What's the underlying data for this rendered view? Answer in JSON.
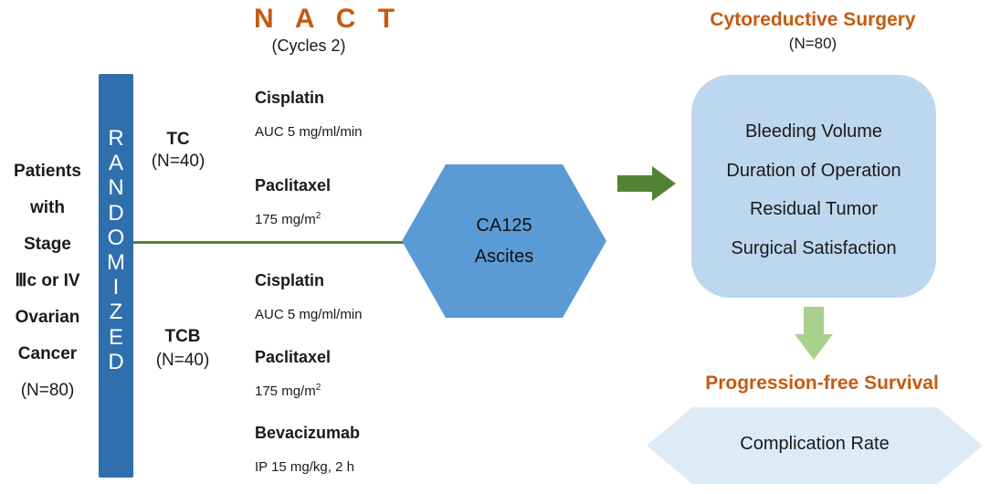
{
  "patients": {
    "lines": [
      "Patients",
      "with",
      "Stage",
      "Ⅲc or IV",
      "Ovarian",
      "Cancer"
    ],
    "n": "(N=80)"
  },
  "randomized": {
    "letters": [
      "R",
      "A",
      "N",
      "D",
      "O",
      "M",
      "I",
      "Z",
      "E",
      "D"
    ]
  },
  "nact": {
    "title": "N A C T",
    "subtitle": "(Cycles 2)"
  },
  "arms": {
    "tc": {
      "label": "TC",
      "n": "(N=40)",
      "drugs": [
        {
          "name": "Cisplatin",
          "dose": "AUC  5 mg/ml/min"
        },
        {
          "name": "Paclitaxel",
          "dose": "175 mg/m",
          "sup": "2"
        }
      ]
    },
    "tcb": {
      "label": "TCB",
      "n": "(N=40)",
      "drugs": [
        {
          "name": "Cisplatin",
          "dose": "AUC  5 mg/ml/min"
        },
        {
          "name": "Paclitaxel",
          "dose": "175 mg/m",
          "sup": "2"
        },
        {
          "name": "Bevacizumab",
          "dose": "IP 15 mg/kg,  2 h"
        }
      ]
    }
  },
  "markers": {
    "lines": [
      "CA125",
      "Ascites"
    ]
  },
  "surgery": {
    "title": "Cytoreductive Surgery",
    "n": "(N=80)",
    "outcomes": [
      "Bleeding Volume",
      "Duration of Operation",
      "Residual Tumor",
      "Surgical Satisfaction"
    ]
  },
  "pfs": {
    "title": "Progression-free Survival"
  },
  "complication": {
    "label": "Complication Rate"
  },
  "colors": {
    "bar": "#2f6fae",
    "hexagon": "#5b9bd5",
    "outcome_box": "#bdd7ee",
    "green_line": "#548235",
    "arrow_dark": "#548235",
    "arrow_light": "#a9d18e",
    "accent": "#c55a11",
    "complication_shape": "#ddebf7"
  }
}
